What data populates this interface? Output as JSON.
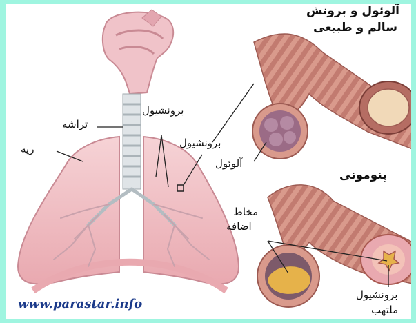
{
  "labels": {
    "healthy_title_line1": "آلوئول و برونش",
    "healthy_title_line2": "سالم و طبیعی",
    "trachea": "تراشه",
    "lung": "ریه",
    "bronchiole": "برونشیول",
    "bronchiole_2": "برونشیول",
    "alveolus": "آلوئول",
    "pneumonia": "پنومونی",
    "excess_mucus_line1": "مخاط",
    "excess_mucus_line2": "اضافه",
    "inflamed_bronchiole_line1": "برونشیول",
    "inflamed_bronchiole_line2": "ملتهب"
  },
  "watermark": "www.parastar.info",
  "colors": {
    "border": "#9ff5e0",
    "airway_pink": "#e9aeb8",
    "lung_pink": "#f3c9cc",
    "bronchus_rose": "#c97f78",
    "mucus_yellow": "#e6b24a"
  }
}
